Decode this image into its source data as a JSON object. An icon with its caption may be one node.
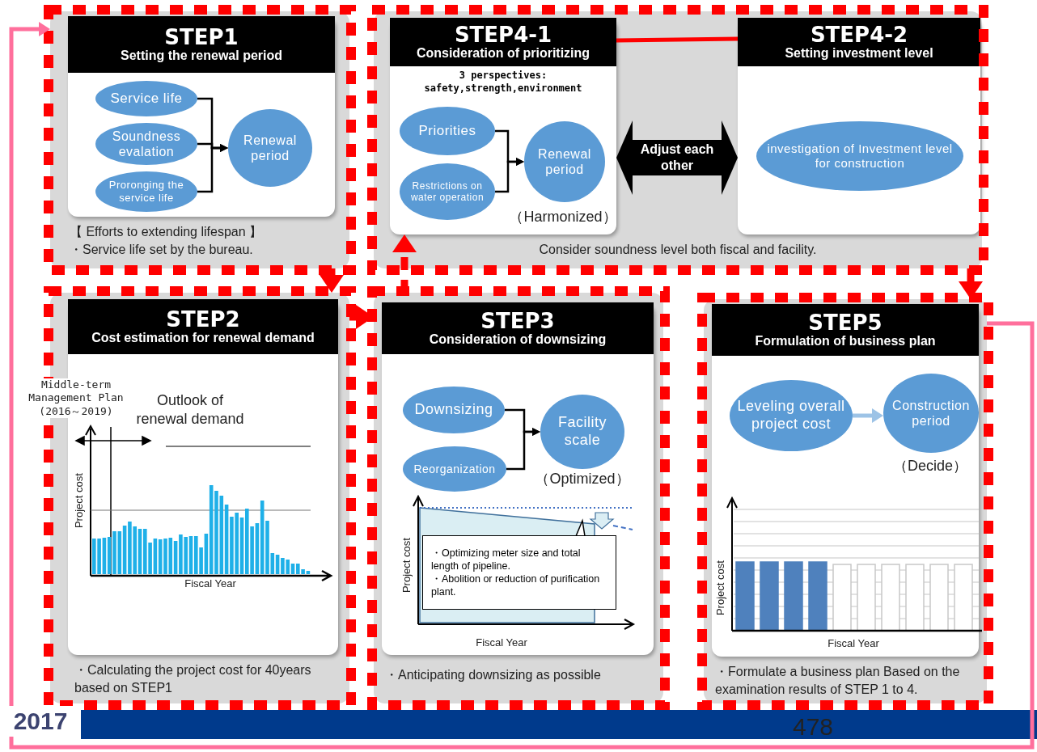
{
  "diagram": {
    "nodes": [
      {
        "text": [
          "STEP1",
          "Setting the renewal period",
          "【 Efforts to extending lifespan 】",
          "・Service life set by the bureau."
        ]
      },
      {
        "text": [
          "Service life"
        ],
        "in": 0
      },
      {
        "text": [
          "Soundness evalation"
        ],
        "in": 0
      },
      {
        "text": [
          "Proronging the service life"
        ],
        "in": 0
      },
      {
        "text": [
          "Renewal period"
        ],
        "in": 0
      },
      {
        "text": [
          "Consider soundness level both fiscal and facility."
        ]
      },
      {
        "text": [
          "STEP4-1",
          "Consideration of prioritizing",
          "3 perspectives: safety,strength,environment"
        ],
        "in": 5
      },
      {
        "text": [
          "Priorities"
        ],
        "in": 6
      },
      {
        "text": [
          "Restrictions on water operation"
        ],
        "in": 6
      },
      {
        "text": [
          "Renewal period"
        ],
        "in": 6,
        "beside": [
          "（Harmonized）"
        ]
      },
      {
        "text": [
          "STEP4-2",
          "Setting investment level"
        ],
        "in": 5
      },
      {
        "text": [
          "investigation of Investment level for construction"
        ],
        "in": 10
      },
      {
        "text": [
          "STEP2",
          "Cost estimation for renewal demand",
          "・Calculating the project cost for 40years based on STEP1"
        ]
      },
      {
        "text": [
          "STEP3",
          "Consideration of downsizing",
          "・Anticipating downsizing as possible"
        ]
      },
      {
        "text": [
          "Downsizing"
        ],
        "in": 13
      },
      {
        "text": [
          "Reorganization"
        ],
        "in": 13
      },
      {
        "text": [
          "Facility scale"
        ],
        "in": 13,
        "beside": [
          "（Optimized）"
        ]
      },
      {
        "text": [
          "・Optimizing meter size and total length of pipeline.",
          "・Abolition or reduction of purification plant."
        ],
        "in": 13
      },
      {
        "text": [
          "STEP5",
          "Formulation of business plan",
          "・Formulate a business plan Based on the examination results of STEP 1 to 4."
        ]
      },
      {
        "text": [
          "Leveling overall project cost"
        ],
        "in": 18
      },
      {
        "text": [
          "Construction period"
        ],
        "in": 18,
        "beside": [
          "（Decide）"
        ]
      }
    ],
    "edges": [
      {
        "from": 1,
        "to": 4,
        "arrow": "to"
      },
      {
        "from": 2,
        "to": 4,
        "arrow": "to"
      },
      {
        "from": 3,
        "to": 4,
        "arrow": "to"
      },
      {
        "from": 7,
        "to": 9,
        "arrow": "to"
      },
      {
        "from": 8,
        "to": 9,
        "arrow": "to"
      },
      {
        "from": 6,
        "to": 10,
        "arrow": "both",
        "label": "Adjust each other",
        "style": "thick"
      },
      {
        "from": 6,
        "to": 10,
        "arrow": "none",
        "color": "#ff0000"
      },
      {
        "from": 14,
        "to": 16,
        "arrow": "to"
      },
      {
        "from": 15,
        "to": 16,
        "arrow": "to"
      },
      {
        "from": 19,
        "to": 20,
        "arrow": "to",
        "color": "#9dc3e6"
      },
      {
        "from": 0,
        "to": 12,
        "arrow": "to",
        "style": "dashed",
        "color": "#ff0000"
      },
      {
        "from": 12,
        "to": 13,
        "arrow": "to",
        "style": "dashed",
        "color": "#ff0000"
      },
      {
        "from": 13,
        "to": 6,
        "arrow": "to",
        "style": "dashed",
        "color": "#ff0000"
      },
      {
        "from": 5,
        "to": 18,
        "arrow": "to",
        "style": "dashed",
        "color": "#ff0000"
      },
      {
        "from": 18,
        "to": 0,
        "arrow": "to",
        "color": "#ff6f9c"
      }
    ],
    "labels": [
      "Middle-term Management Plan (2016～2019)",
      "Outlook of renewal demand",
      "Project cost",
      "Fiscal Year",
      "Project cost",
      "Fiscal Year",
      "Project cost",
      "Fiscal Year",
      "2017",
      "478"
    ]
  }
}
